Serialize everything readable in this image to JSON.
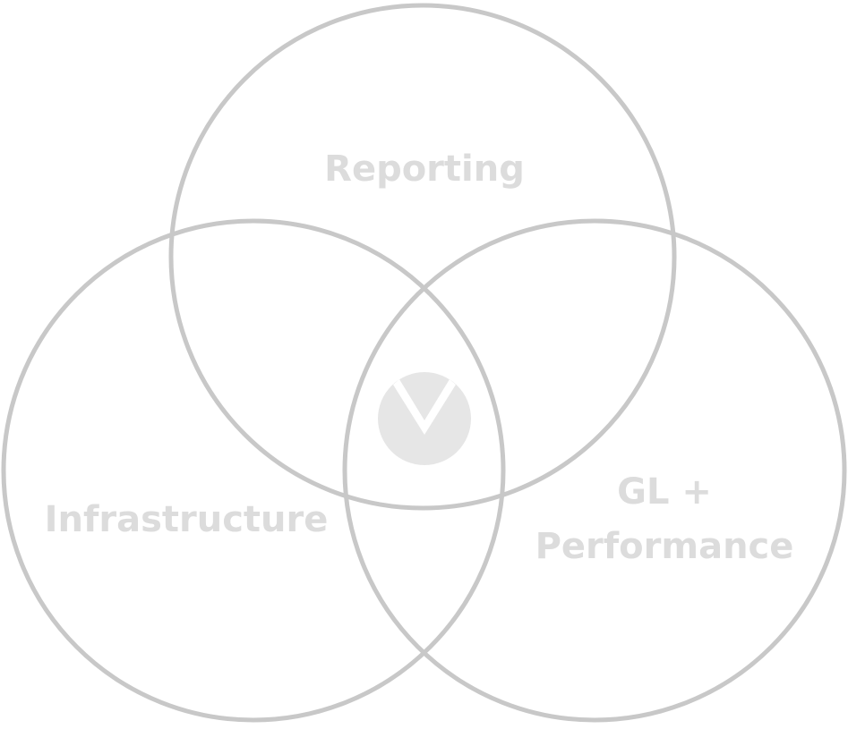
{
  "diagram": {
    "type": "venn",
    "circles": [
      {
        "id": "reporting",
        "label": "Reporting"
      },
      {
        "id": "infrastructure",
        "label": "Infrastructure"
      },
      {
        "id": "gl-performance",
        "label_lines": [
          "GL +",
          "Performance"
        ]
      }
    ],
    "center_logo": "v-checkmark-logo",
    "colors": {
      "circle_stroke": "#c8c8c8",
      "label_text": "#dcdcdc",
      "logo_fill": "#e6e6e6",
      "background": "#ffffff"
    }
  }
}
